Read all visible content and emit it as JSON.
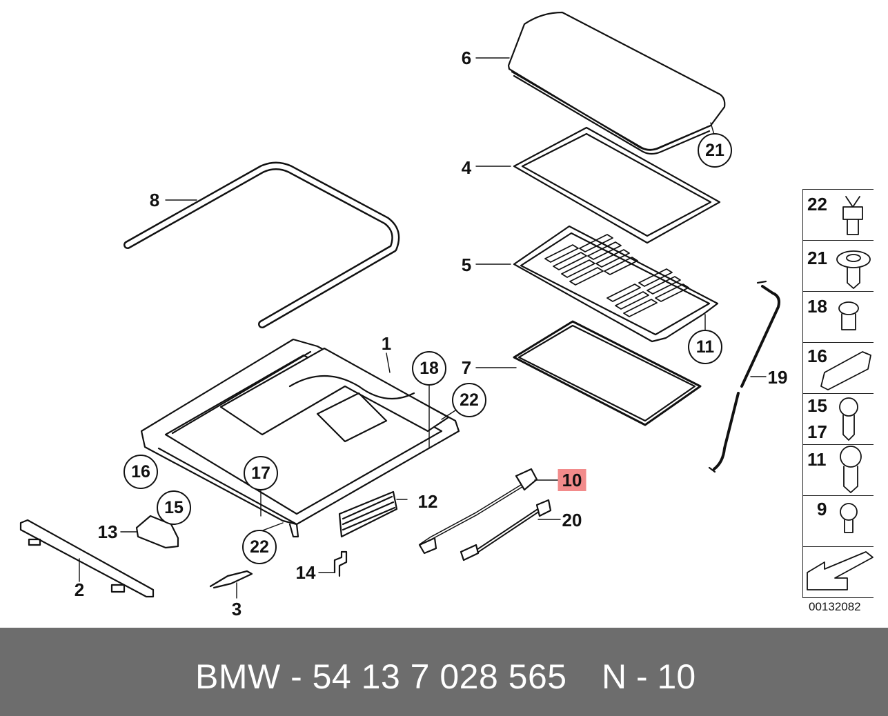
{
  "diagram": {
    "callouts": [
      "1",
      "2",
      "3",
      "4",
      "5",
      "6",
      "7",
      "8",
      "12",
      "13",
      "14",
      "19",
      "20"
    ],
    "circled": [
      "21",
      "11",
      "18",
      "22",
      "16",
      "17",
      "15",
      "22"
    ],
    "highlighted": "10",
    "highlight_color": "#f28b8b"
  },
  "legend": {
    "cells": [
      "22",
      "21",
      "18",
      "16",
      "15",
      "17",
      "11",
      "9"
    ],
    "ref_code": "00132082"
  },
  "footer": {
    "part_text": "BMW - 54 13 7 028 565",
    "position_text": "N - 10",
    "bar_color": "#6d6d6d"
  }
}
